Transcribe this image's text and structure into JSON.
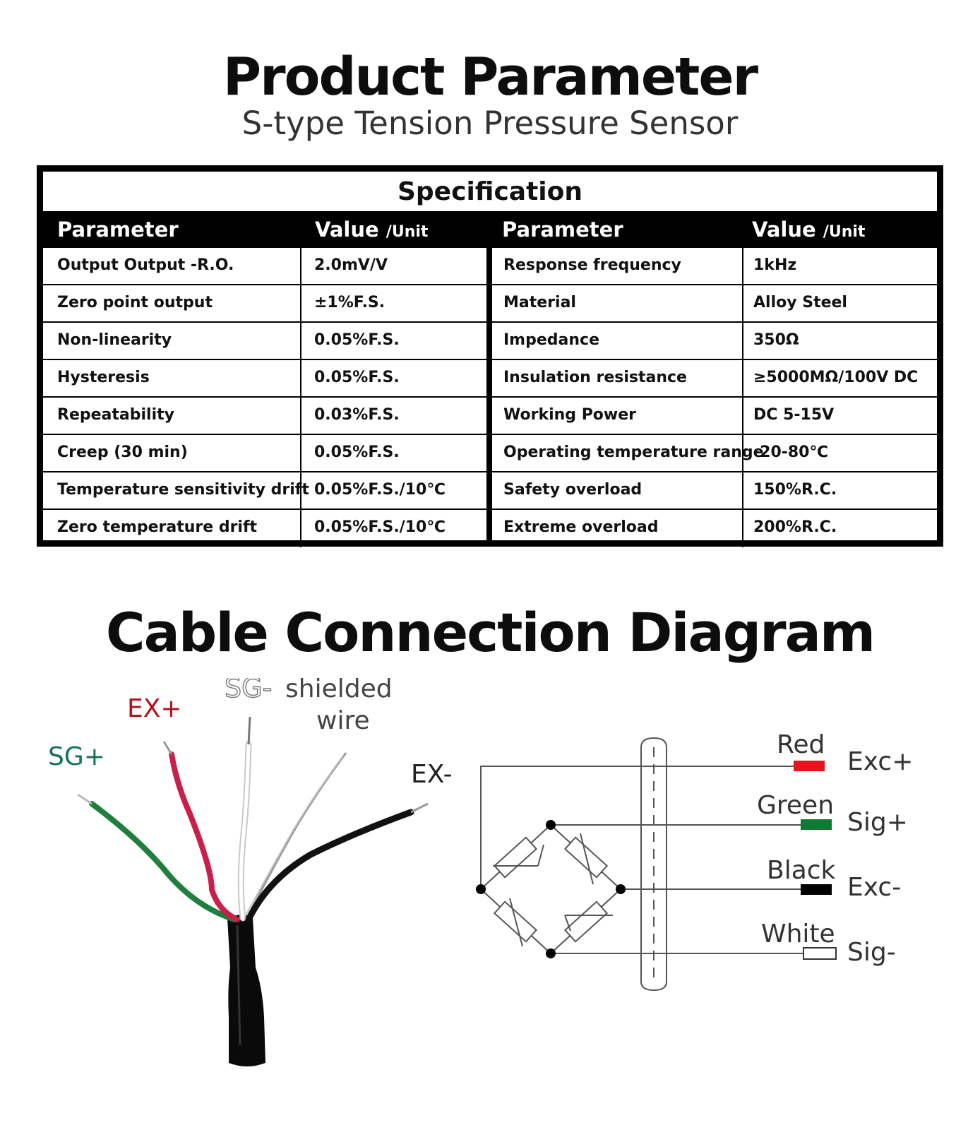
{
  "header": {
    "title": "Product Parameter",
    "subtitle": "S-type Tension Pressure Sensor"
  },
  "spec": {
    "title": "Specification",
    "col_param": "Parameter",
    "col_value": "Value",
    "col_unit": "/Unit",
    "left_rows": [
      {
        "param": "Output Output -R.O.",
        "value": "2.0mV/V"
      },
      {
        "param": "Zero point output",
        "value": "±1%F.S."
      },
      {
        "param": "Non-linearity",
        "value": "0.05%F.S."
      },
      {
        "param": "Hysteresis",
        "value": "0.05%F.S."
      },
      {
        "param": "Repeatability",
        "value": "0.03%F.S."
      },
      {
        "param": "Creep (30 min)",
        "value": "0.05%F.S."
      },
      {
        "param": "Temperature sensitivity drift",
        "value": "0.05%F.S./10℃"
      },
      {
        "param": "Zero temperature drift",
        "value": "0.05%F.S./10℃"
      }
    ],
    "right_rows": [
      {
        "param": "Response frequency",
        "value": "1kHz"
      },
      {
        "param": "Material",
        "value": "Alloy Steel"
      },
      {
        "param": "Impedance",
        "value": "350Ω"
      },
      {
        "param": "Insulation resistance",
        "value": "≥5000MΩ/100V DC"
      },
      {
        "param": "Working Power",
        "value": "DC 5-15V"
      },
      {
        "param": "Operating temperature range",
        "value": "-20-80℃"
      },
      {
        "param": "Safety overload",
        "value": "150%R.C."
      },
      {
        "param": "Extreme overload",
        "value": "200%R.C."
      }
    ]
  },
  "cable": {
    "title": "Cable Connection Diagram",
    "wire_labels": {
      "sg_plus": "SG+",
      "ex_plus": "EX+",
      "sg_minus": "SG-",
      "shielded_1": "shielded",
      "shielded_2": "wire",
      "ex_minus": "EX-"
    },
    "wires": [
      {
        "color_name": "Red",
        "signal": "Exc+",
        "color": "#e8141c"
      },
      {
        "color_name": "Green",
        "signal": "Sig+",
        "color": "#0e7a32"
      },
      {
        "color_name": "Black",
        "signal": "Exc-",
        "color": "#000000"
      },
      {
        "color_name": "White",
        "signal": "Sig-",
        "color": "#ffffff"
      }
    ],
    "colors": {
      "label_red": "#b0141c",
      "label_green": "#12735a",
      "wire_red": "#c8204a",
      "wire_green": "#1f7f3d"
    }
  }
}
